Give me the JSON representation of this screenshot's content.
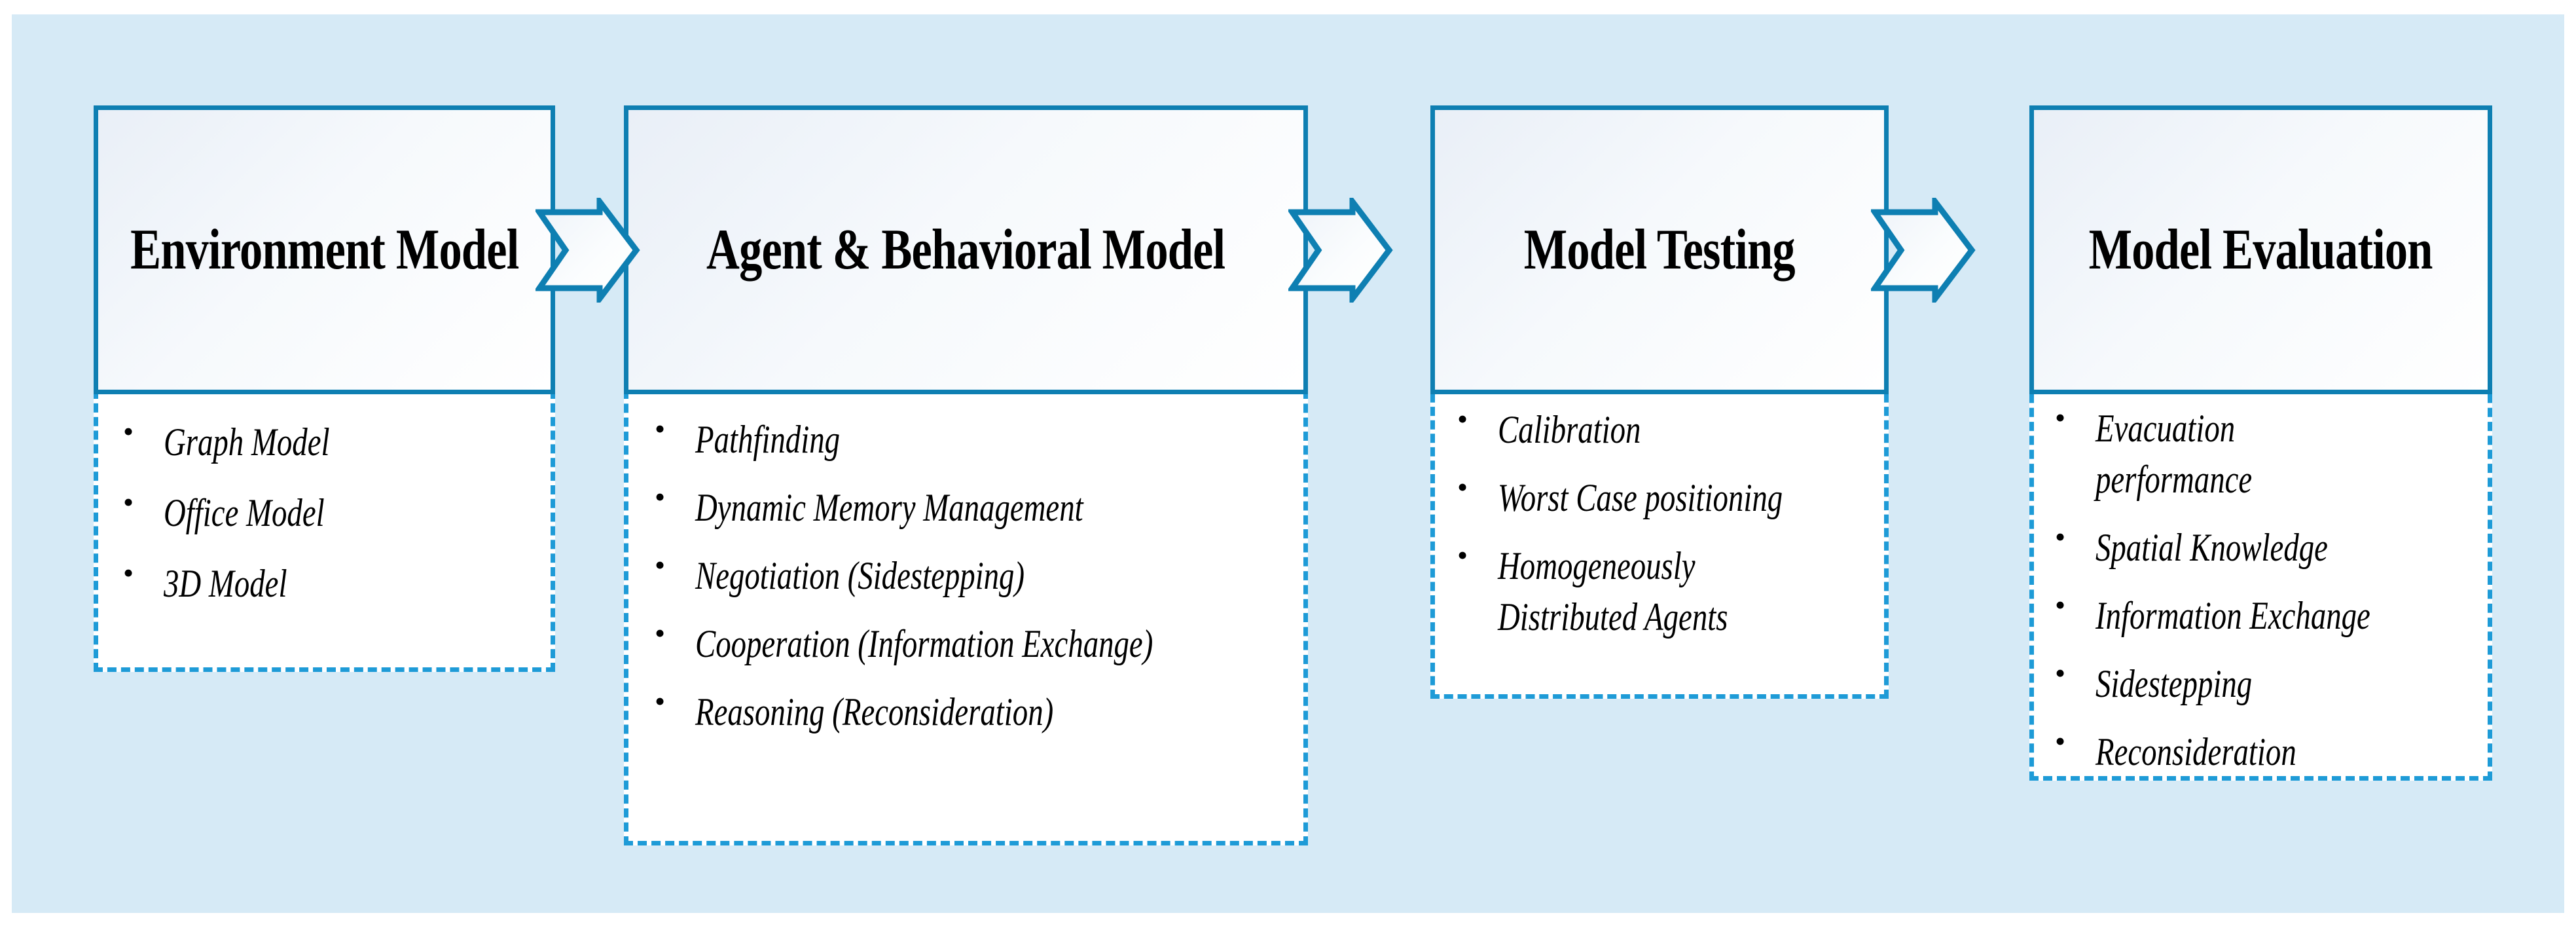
{
  "figure": {
    "background_color": "#d6eaf6",
    "accent_color": "#0e7fb2",
    "dashed_color": "#1e9bd7",
    "text_color": "#000000"
  },
  "stages": [
    {
      "id": "environment-model",
      "title": "Environment Model",
      "bullet_symbol": "•",
      "items": [
        "Graph Model",
        "Office Model",
        "3D Model"
      ]
    },
    {
      "id": "agent-behavioral-model",
      "title": "Agent & Behavioral Model",
      "bullet_symbol": "•",
      "items": [
        "Pathfinding",
        "Dynamic Memory Management",
        "Negotiation (Sidestepping)",
        "Cooperation (Information Exchange)",
        "Reasoning (Reconsideration)"
      ]
    },
    {
      "id": "model-testing",
      "title": "Model Testing",
      "bullet_symbol": "•",
      "items": [
        "Calibration",
        "Worst Case positioning",
        "Homogeneously\nDistributed Agents"
      ]
    },
    {
      "id": "model-evaluation",
      "title": "Model Evaluation",
      "bullet_symbol": "•",
      "items": [
        "Evacuation performance",
        "Spatial Knowledge",
        "Information Exchange",
        "Sidestepping",
        "Reconsideration"
      ]
    }
  ],
  "connectors": [
    {
      "id": "arrow-1",
      "from": "environment-model",
      "to": "agent-behavioral-model",
      "direction": "right"
    },
    {
      "id": "arrow-2",
      "from": "agent-behavioral-model",
      "to": "model-testing",
      "direction": "right"
    },
    {
      "id": "arrow-3",
      "from": "model-testing",
      "to": "model-evaluation",
      "direction": "right"
    }
  ]
}
